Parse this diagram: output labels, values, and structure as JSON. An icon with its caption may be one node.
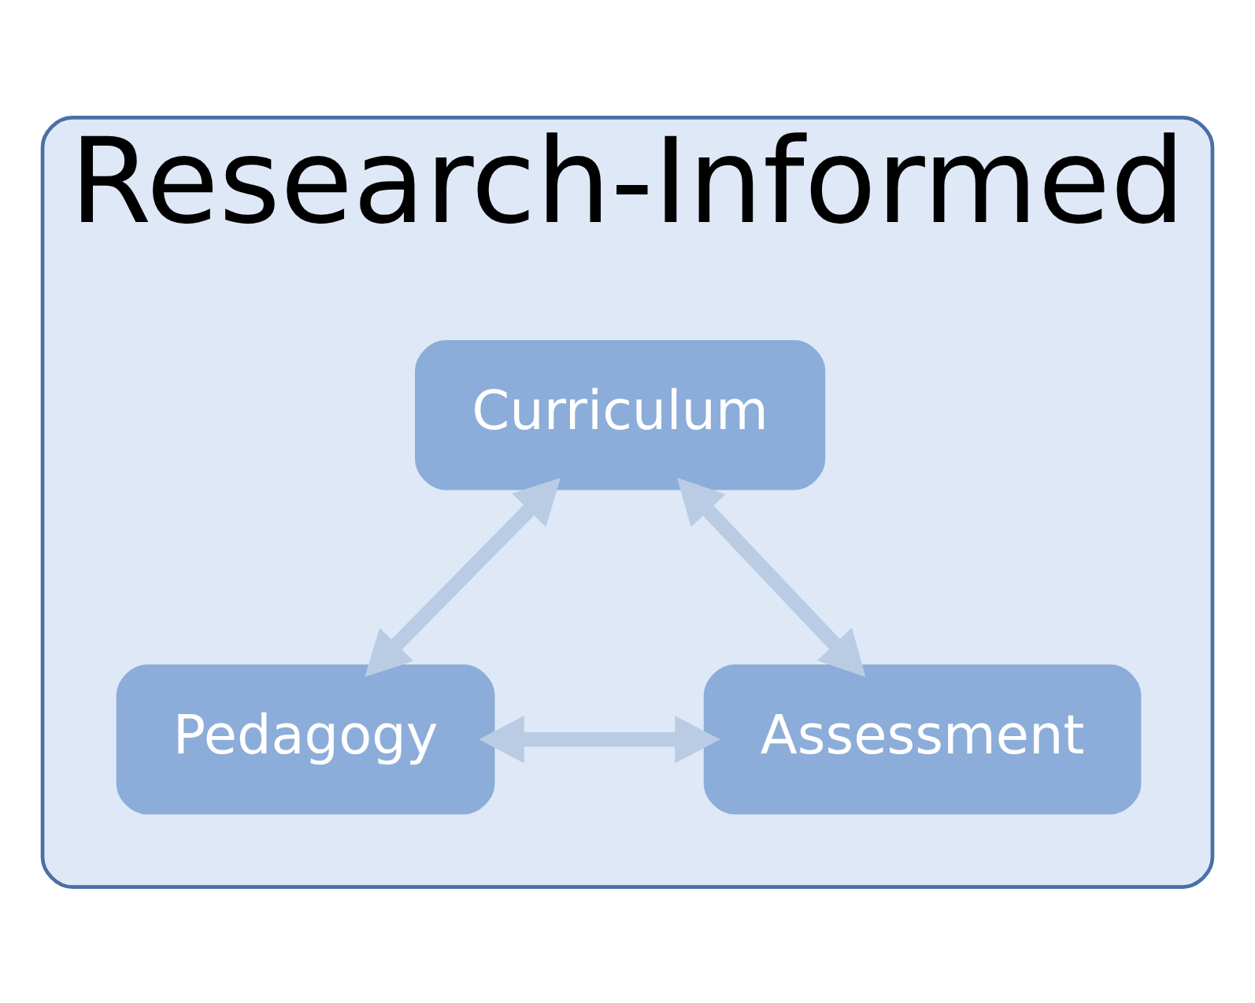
{
  "diagram": {
    "nodes": [
      {
        "text": [
          "Research-Informed"
        ]
      },
      {
        "text": [
          "Curriculum"
        ],
        "in": 0
      },
      {
        "text": [
          "Pedagogy"
        ],
        "in": 0
      },
      {
        "text": [
          "Assessment"
        ],
        "in": 0
      }
    ],
    "edges": [
      {
        "from": 1,
        "to": 2,
        "arrow": "both"
      },
      {
        "from": 1,
        "to": 3,
        "arrow": "both"
      },
      {
        "from": 2,
        "to": 3,
        "arrow": "both"
      }
    ]
  }
}
